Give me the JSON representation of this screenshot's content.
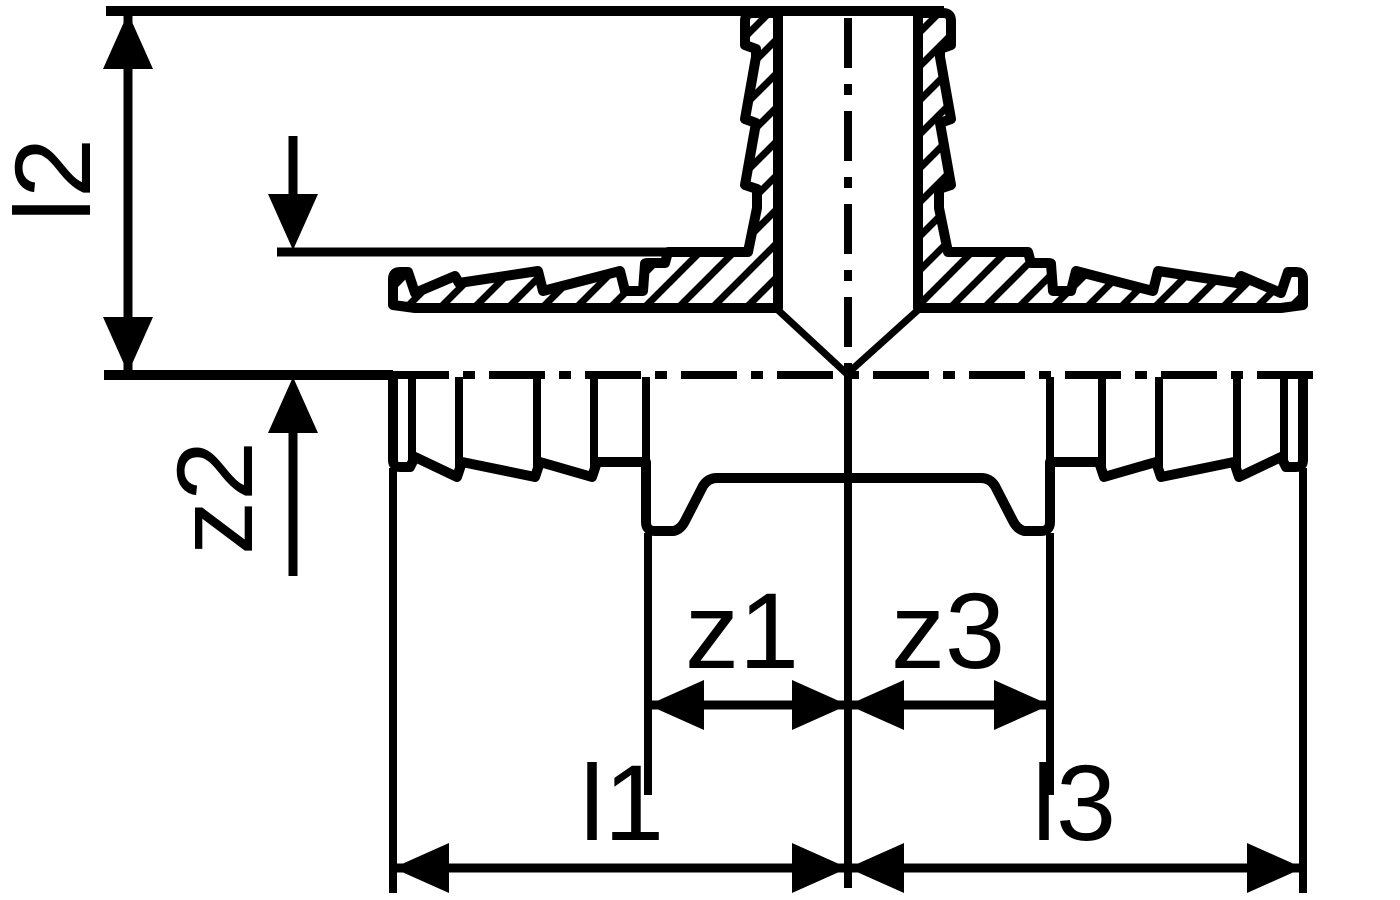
{
  "drawing": {
    "figure_type": "technical_dimension_drawing",
    "subject": "barbed tee pipe fitting, half-section view",
    "colors": {
      "line": "#000000",
      "background": "#ffffff"
    },
    "labels": {
      "l1": "l1",
      "l2": "l2",
      "l3": "l3",
      "z1": "z1",
      "z2": "z2",
      "z3": "z3"
    }
  }
}
